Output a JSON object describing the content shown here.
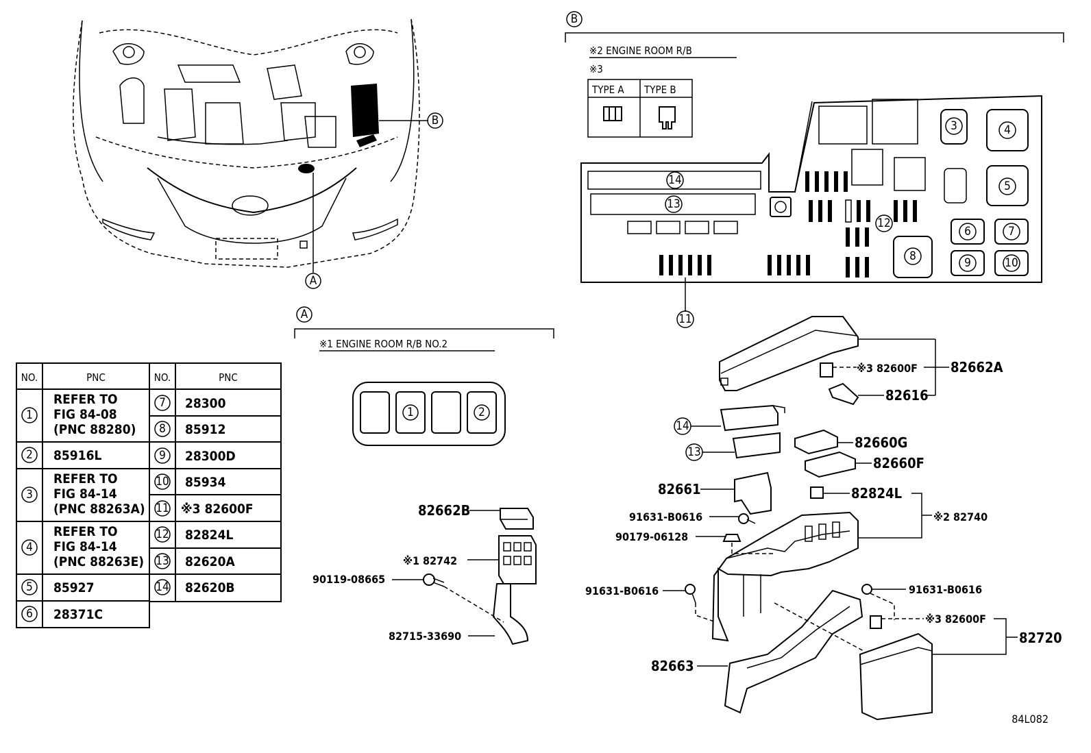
{
  "section_a": {
    "letter": "A",
    "header": "※1 ENGINE ROOM R/B NO.2",
    "slot_labels": [
      "1",
      "2"
    ]
  },
  "section_b": {
    "letter": "B",
    "header": "※2 ENGINE ROOM R/B",
    "note": "※3",
    "type_a": "TYPE A",
    "type_b": "TYPE B",
    "box_labels": [
      "3",
      "4",
      "5",
      "6",
      "7",
      "8",
      "9",
      "10",
      "11",
      "12",
      "13",
      "14"
    ]
  },
  "parts_table": {
    "col_no": "NO.",
    "col_pnc": "PNC",
    "left": [
      {
        "no": "1",
        "lines": [
          "REFER TO",
          "FIG 84-08",
          "(PNC 88280)"
        ]
      },
      {
        "no": "2",
        "lines": [
          "85916L"
        ]
      },
      {
        "no": "3",
        "lines": [
          "REFER TO",
          "FIG 84-14",
          "(PNC 88263A)"
        ]
      },
      {
        "no": "4",
        "lines": [
          "REFER TO",
          "FIG 84-14",
          "(PNC 88263E)"
        ]
      },
      {
        "no": "5",
        "lines": [
          "85927"
        ]
      },
      {
        "no": "6",
        "lines": [
          "28371C"
        ]
      }
    ],
    "right": [
      {
        "no": "7",
        "pnc": "28300"
      },
      {
        "no": "8",
        "pnc": "85912"
      },
      {
        "no": "9",
        "pnc": "28300D"
      },
      {
        "no": "10",
        "pnc": "85934"
      },
      {
        "no": "11",
        "pnc": "※3 82600F"
      },
      {
        "no": "12",
        "pnc": "82824L"
      },
      {
        "no": "13",
        "pnc": "82620A"
      },
      {
        "no": "14",
        "pnc": "82620B"
      }
    ]
  },
  "part_labels": {
    "p82662B": "82662B",
    "p82742": "※1 82742",
    "p90119": "90119-08665",
    "p82715": "82715-33690",
    "p82600F_top": "※3 82600F",
    "p82662A": "82662A",
    "p82616": "82616",
    "p82660G": "82660G",
    "p82660F": "82660F",
    "p82661": "82661",
    "p82824L": "82824L",
    "p91631_a": "91631-B0616",
    "p82740": "※2 82740",
    "p90179": "90179-06128",
    "p91631_b": "91631-B0616",
    "p91631_c": "91631-B0616",
    "p82600F_bot": "※3 82600F",
    "p82720": "82720",
    "p82663": "82663",
    "ref13": "13",
    "ref14": "14"
  },
  "car_callouts": {
    "a": "A",
    "b": "B"
  },
  "figure_code": "84L082"
}
